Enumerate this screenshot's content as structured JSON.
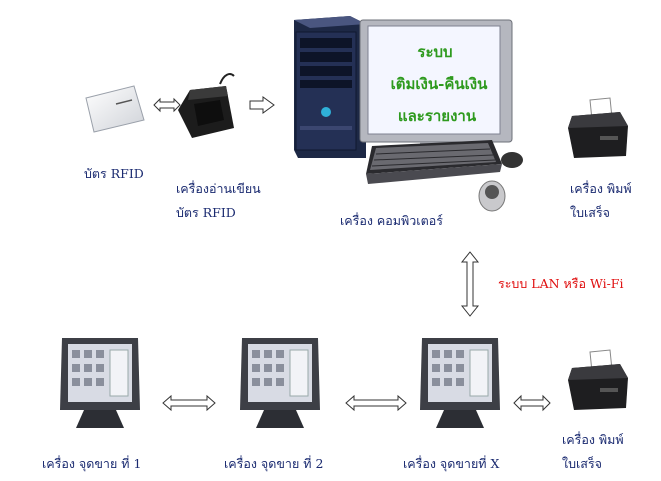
{
  "top": {
    "card_label": "บัตร RFID",
    "reader_label_line1": "เครื่องอ่านเขียน",
    "reader_label_line2": "บัตร RFID",
    "computer_label": "เครื่อง คอมพิวเตอร์",
    "printer_label_line1": "เครื่อง พิมพ์",
    "printer_label_line2": "ใบเสร็จ",
    "screen_line1": "ระบบ",
    "screen_line2": "เติมเงิน-คืนเงิน",
    "screen_line3": "และรายงาน"
  },
  "network_label": "ระบบ LAN หรือ Wi-Fi",
  "bottom": {
    "pos1_label": "เครื่อง จุดขาย ที่ 1",
    "pos2_label": "เครื่อง จุดขาย ที่ 2",
    "posx_label": "เครื่อง จุดขายที่ X",
    "printer_label_line1": "เครื่อง พิมพ์",
    "printer_label_line2": "ใบเสร็จ"
  }
}
